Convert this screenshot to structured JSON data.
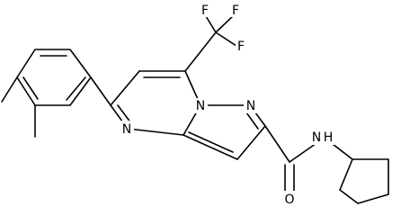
{
  "molecule": {
    "labels": {
      "F1": "F",
      "F2": "F",
      "F3": "F",
      "N_ring_left": "N",
      "N_bridge": "N",
      "N_pyrazole": "N",
      "O_carbonyl": "O",
      "NH_amide": "N",
      "H_amide": "H"
    }
  }
}
